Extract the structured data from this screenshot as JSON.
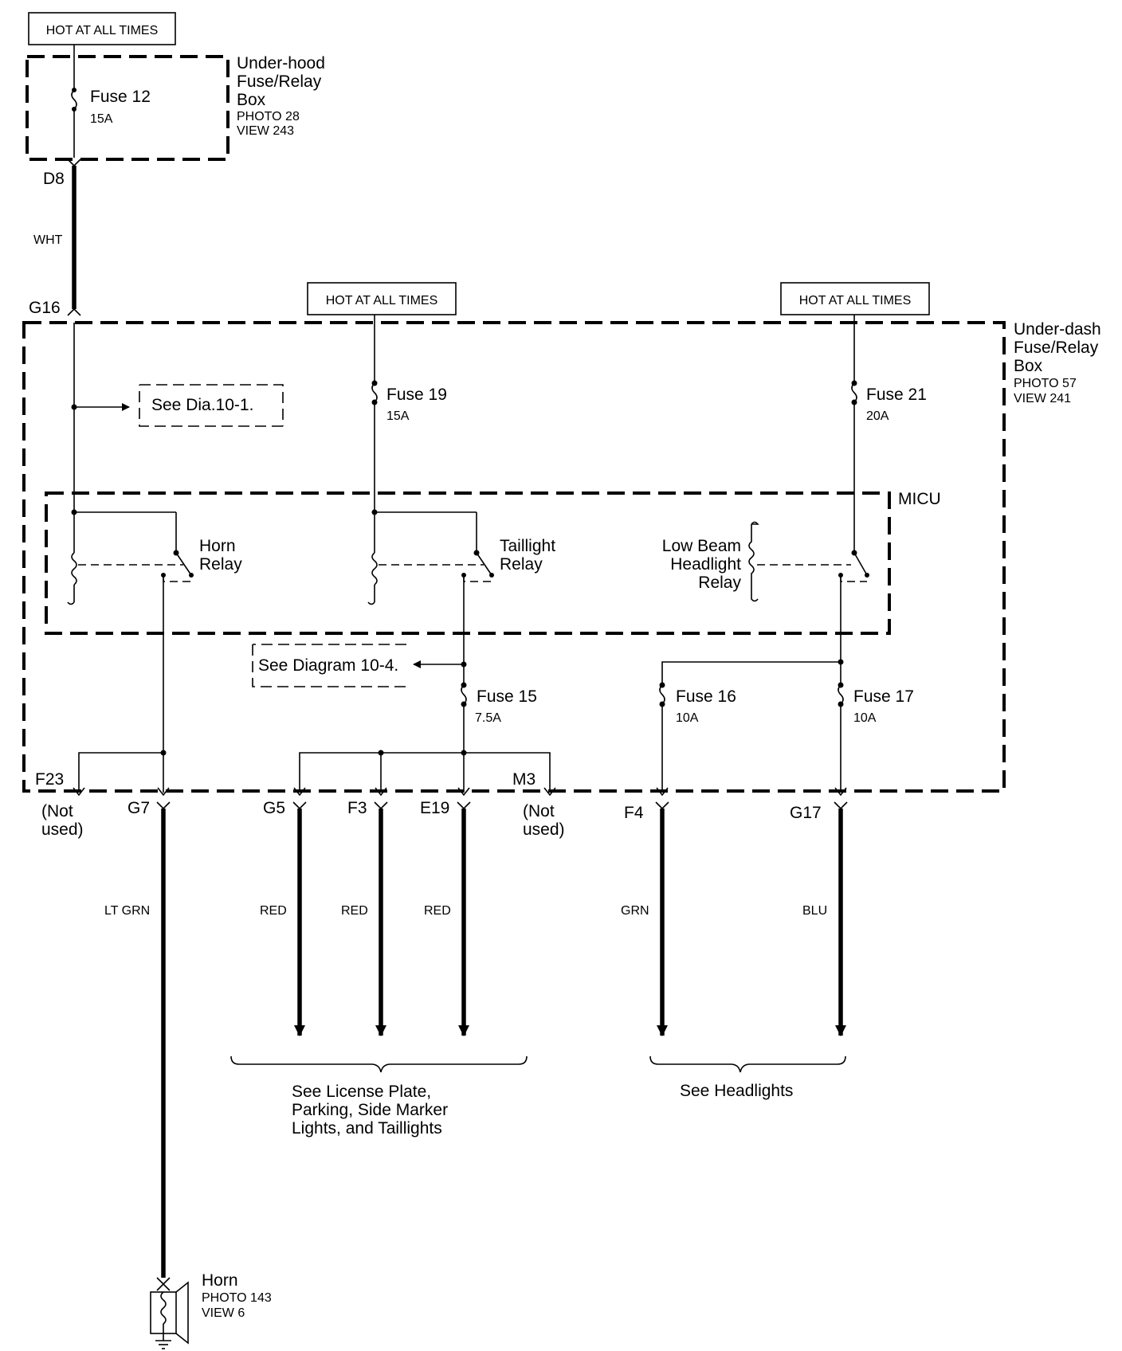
{
  "underhood_box": {
    "hot_label": "HOT AT ALL TIMES",
    "name_lines": [
      "Under-hood",
      "Fuse/Relay",
      "Box"
    ],
    "photo": "PHOTO 28",
    "view": "VIEW 243",
    "fuse": {
      "name": "Fuse 12",
      "rating": "15A"
    },
    "connector_out": "D8"
  },
  "wire_wht": "WHT",
  "underdash_box": {
    "name_lines": [
      "Under-dash",
      "Fuse/Relay",
      "Box"
    ],
    "photo": "PHOTO 57",
    "view": "VIEW 241",
    "connector_in": "G16",
    "hot_label_1": "HOT AT ALL TIMES",
    "hot_label_2": "HOT AT ALL TIMES",
    "see_dia_10_1": "See Dia.10-1.",
    "see_diagram_10_4": "See Diagram 10-4.",
    "micu": "MICU",
    "fuses": {
      "f19": {
        "name": "Fuse 19",
        "rating": "15A"
      },
      "f21": {
        "name": "Fuse 21",
        "rating": "20A"
      },
      "f15": {
        "name": "Fuse 15",
        "rating": "7.5A"
      },
      "f16": {
        "name": "Fuse 16",
        "rating": "10A"
      },
      "f17": {
        "name": "Fuse 17",
        "rating": "10A"
      }
    },
    "relays": {
      "horn": [
        "Horn",
        "Relay"
      ],
      "taillight": [
        "Taillight",
        "Relay"
      ],
      "lowbeam": [
        "Low Beam",
        "Headlight",
        "Relay"
      ]
    }
  },
  "outputs": {
    "f23": {
      "connector": "F23",
      "note_lines": [
        "(Not",
        "used)"
      ]
    },
    "g7": {
      "connector": "G7",
      "wire": "LT GRN"
    },
    "g5": {
      "connector": "G5",
      "wire": "RED"
    },
    "f3": {
      "connector": "F3",
      "wire": "RED"
    },
    "e19": {
      "connector": "E19",
      "wire": "RED"
    },
    "m3": {
      "connector": "M3",
      "note_lines": [
        "(Not",
        "used)"
      ]
    },
    "f4": {
      "connector": "F4",
      "wire": "GRN"
    },
    "g17": {
      "connector": "G17",
      "wire": "BLU"
    }
  },
  "see_license": [
    "See License Plate,",
    "Parking, Side Marker",
    "Lights, and Taillights"
  ],
  "see_headlights": "See Headlights",
  "horn": {
    "name": "Horn",
    "photo": "PHOTO 143",
    "view": "VIEW 6"
  }
}
